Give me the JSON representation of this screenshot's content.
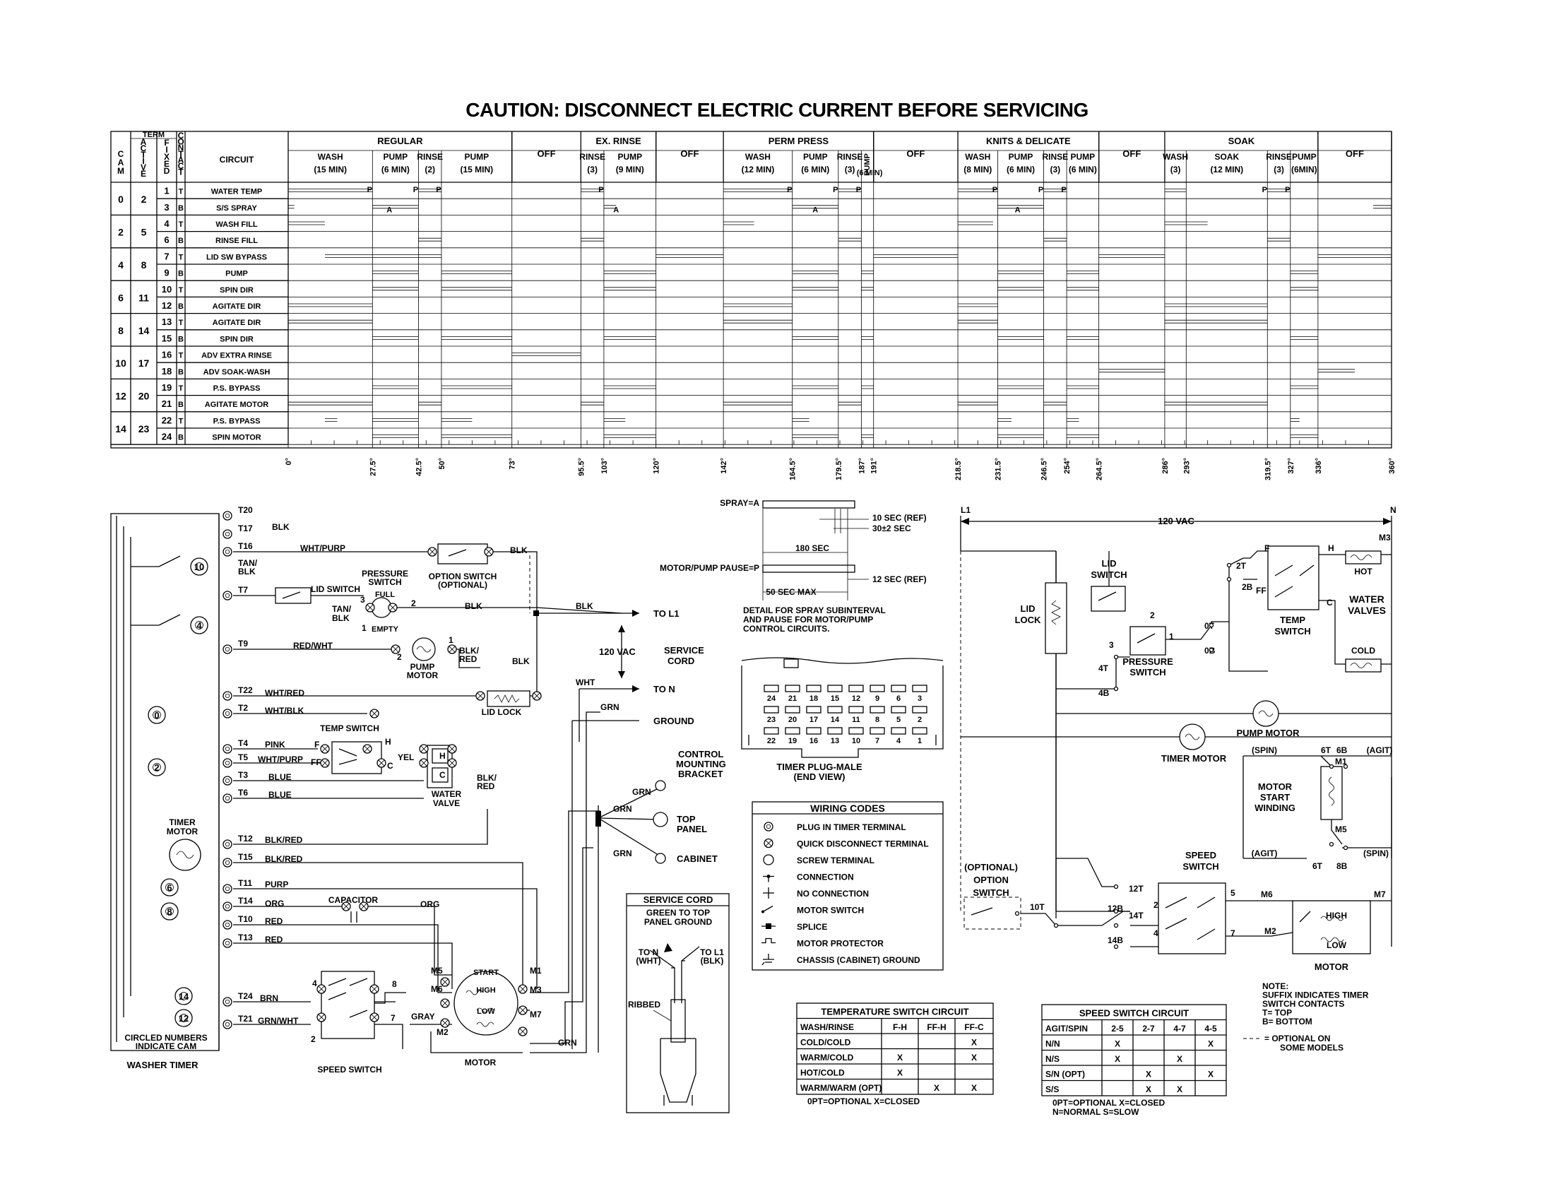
{
  "title": "CAUTION: DISCONNECT ELECTRIC CURRENT BEFORE SERVICING",
  "timer_chart": {
    "headers": {
      "cam": "CAM",
      "term": "TERM",
      "active": "ACTIVE",
      "fixed": "FIXED",
      "contact": "CONTACT",
      "circuit": "CIRCUIT"
    },
    "cycles": [
      {
        "name": "REGULAR",
        "subs": [
          {
            "l1": "WASH",
            "l2": "(15 MIN)"
          },
          {
            "l1": "PUMP",
            "l2": "(6 MIN)"
          },
          {
            "l1": "RINSE",
            "l2": "(2)"
          },
          {
            "l1": "PUMP",
            "l2": "(15 MIN)"
          }
        ]
      },
      {
        "name": "OFF",
        "subs": []
      },
      {
        "name": "EX. RINSE",
        "subs": [
          {
            "l1": "RINSE",
            "l2": "(3)"
          },
          {
            "l1": "PUMP",
            "l2": "(9 MIN)"
          }
        ]
      },
      {
        "name": "OFF",
        "subs": []
      },
      {
        "name": "PERM PRESS",
        "subs": [
          {
            "l1": "WASH",
            "l2": "(12 MIN)"
          },
          {
            "l1": "PUMP",
            "l2": "(6 MIN)"
          },
          {
            "l1": "RINSE",
            "l2": "(3)"
          },
          {
            "l1": "PUMP",
            "l2": "(6 MIN)"
          }
        ]
      },
      {
        "name": "OFF",
        "subs": []
      },
      {
        "name": "KNITS & DELICATE",
        "subs": [
          {
            "l1": "WASH",
            "l2": "(8 MIN)"
          },
          {
            "l1": "PUMP",
            "l2": "(6 MIN)"
          },
          {
            "l1": "RINSE",
            "l2": "(3)"
          },
          {
            "l1": "PUMP",
            "l2": "(6 MIN)"
          }
        ]
      },
      {
        "name": "OFF",
        "subs": []
      },
      {
        "name": "SOAK",
        "subs": [
          {
            "l1": "WASH",
            "l2": "(3)"
          },
          {
            "l1": "SOAK",
            "l2": "(12 MIN)"
          },
          {
            "l1": "RINSE",
            "l2": "(3)"
          },
          {
            "l1": "PUMP",
            "l2": "(6MIN)"
          }
        ]
      },
      {
        "name": "OFF",
        "subs": []
      }
    ],
    "cams": [
      {
        "cam": "0",
        "active": "2"
      },
      {
        "cam": "2",
        "active": "5"
      },
      {
        "cam": "4",
        "active": "8"
      },
      {
        "cam": "6",
        "active": "11"
      },
      {
        "cam": "8",
        "active": "14"
      },
      {
        "cam": "10",
        "active": "17"
      },
      {
        "cam": "12",
        "active": "20"
      },
      {
        "cam": "14",
        "active": "23"
      }
    ],
    "rows": [
      {
        "fixed": "1",
        "contact": "T",
        "circuit": "WATER TEMP"
      },
      {
        "fixed": "3",
        "contact": "B",
        "circuit": "S/S SPRAY"
      },
      {
        "fixed": "4",
        "contact": "T",
        "circuit": "WASH FILL"
      },
      {
        "fixed": "6",
        "contact": "B",
        "circuit": "RINSE FILL"
      },
      {
        "fixed": "7",
        "contact": "T",
        "circuit": "LID SW BYPASS"
      },
      {
        "fixed": "9",
        "contact": "B",
        "circuit": "PUMP"
      },
      {
        "fixed": "10",
        "contact": "T",
        "circuit": "SPIN DIR"
      },
      {
        "fixed": "12",
        "contact": "B",
        "circuit": "AGITATE DIR"
      },
      {
        "fixed": "13",
        "contact": "T",
        "circuit": "AGITATE DIR"
      },
      {
        "fixed": "15",
        "contact": "B",
        "circuit": "SPIN DIR"
      },
      {
        "fixed": "16",
        "contact": "T",
        "circuit": "ADV EXTRA RINSE"
      },
      {
        "fixed": "18",
        "contact": "B",
        "circuit": "ADV SOAK-WASH"
      },
      {
        "fixed": "19",
        "contact": "T",
        "circuit": "P.S. BYPASS"
      },
      {
        "fixed": "21",
        "contact": "B",
        "circuit": "AGITATE MOTOR"
      },
      {
        "fixed": "22",
        "contact": "T",
        "circuit": "P.S. BYPASS"
      },
      {
        "fixed": "24",
        "contact": "B",
        "circuit": "SPIN MOTOR"
      }
    ],
    "degrees": [
      "0°",
      "27.5°",
      "42.5°",
      "50°",
      "73°",
      "95.5°",
      "103°",
      "120°",
      "142°",
      "164.5°",
      "179.5°",
      "187°",
      "191°",
      "218.5°",
      "231.5°",
      "246.5°",
      "254°",
      "264.5°",
      "286°",
      "293°",
      "319.5°",
      "327°",
      "336°",
      "360°"
    ],
    "marker_p": "P",
    "marker_a": "A"
  },
  "washer_timer": {
    "terminals": [
      "T20",
      "T17",
      "T16",
      "TAN/ BLK",
      "T7",
      "T9",
      "T22",
      "T2",
      "T4",
      "T5",
      "T3",
      "T6",
      "T12",
      "T15",
      "T11",
      "T14",
      "T10",
      "T13",
      "T24",
      "T21"
    ],
    "wire_colors": [
      "BLK",
      "WHT/PURP",
      "TAN/ BLK",
      "RED/WHT",
      "WHT/RED",
      "WHT/BLK",
      "PINK",
      "WHT/PURP",
      "BLUE",
      "BLUE",
      "BLK/RED",
      "BLK/RED",
      "PURP",
      "ORG",
      "RED",
      "RED",
      "BRN",
      "GRN/WHT"
    ],
    "cams": [
      "10",
      "4",
      "0",
      "2",
      "6",
      "8",
      "14",
      "12"
    ],
    "labels": {
      "lid_switch": "LID SWITCH",
      "pressure_switch": "PRESSURE SWITCH",
      "full": "FULL",
      "empty": "EMPTY",
      "option_switch": "OPTION SWITCH",
      "option_switch_sub": "(OPTIONAL)",
      "pump_motor": "PUMP MOTOR",
      "lid_lock": "LID LOCK",
      "temp_switch": "TEMP SWITCH",
      "water_valve": "WATER VALVE",
      "timer_motor": "TIMER MOTOR",
      "capacitor": "CAPACITOR",
      "speed_switch": "SPEED SWITCH",
      "motor": "MOTOR",
      "start": "START",
      "high": "HIGH",
      "low": "LOW",
      "circled_note_1": "CIRCLED NUMBERS",
      "circled_note_2": "INDICATE CAM",
      "washer_timer": "WASHER TIMER",
      "blk_red": "BLK/ RED",
      "yel": "YEL",
      "gray": "GRAY",
      "grn": "GRN",
      "wht": "WHT",
      "blk": "BLK",
      "org": "ORG",
      "to_l1": "TO L1",
      "to_n": "TO N",
      "ground": "GROUND",
      "vac_120": "120 VAC",
      "service_cord": "SERVICE CORD",
      "control_mounting_bracket": "CONTROL MOUNTING BRACKET",
      "top_panel": "TOP PANEL",
      "cabinet": "CABINET",
      "tan_blk": "TAN/ BLK"
    }
  },
  "spray_detail": {
    "spray": "SPRAY=A",
    "motor_pause": "MOTOR/PUMP PAUSE=P",
    "sec10": "10 SEC (REF)",
    "sec30": "30±2 SEC",
    "sec180": "180 SEC",
    "sec12": "12 SEC (REF)",
    "sec50": "50 SEC MAX",
    "note": [
      "DETAIL FOR SPRAY SUBINTERVAL",
      "AND PAUSE FOR MOTOR/PUMP",
      "CONTROL CIRCUITS."
    ]
  },
  "timer_plug": {
    "row1": [
      "24",
      "21",
      "18",
      "15",
      "12",
      "9",
      "6",
      "3"
    ],
    "row2": [
      "23",
      "20",
      "17",
      "14",
      "11",
      "8",
      "5",
      "2"
    ],
    "row3": [
      "22",
      "19",
      "16",
      "13",
      "10",
      "7",
      "4",
      "1"
    ],
    "label1": "TIMER PLUG-MALE",
    "label2": "(END VIEW)"
  },
  "wiring_codes": {
    "title": "WIRING CODES",
    "items": [
      "PLUG IN TIMER TERMINAL",
      "QUICK DISCONNECT TERMINAL",
      "SCREW TERMINAL",
      "CONNECTION",
      "NO CONNECTION",
      "MOTOR SWITCH",
      "SPLICE",
      "MOTOR PROTECTOR",
      "CHASSIS (CABINET) GROUND"
    ]
  },
  "service_cord_detail": {
    "title": "SERVICE CORD",
    "line1": "GREEN TO TOP",
    "line2": "PANEL GROUND",
    "to_n": "TO N",
    "to_n_sub": "(WHT)",
    "to_l1": "TO L1",
    "to_l1_sub": "(BLK)",
    "ribbed": "RIBBED"
  },
  "schematic": {
    "l1": "L1",
    "n": "N",
    "vac": "120 VAC",
    "m3": "M3",
    "lid_switch": "LID SWITCH",
    "lid_lock": "LID LOCK",
    "pressure_switch": "PRESSURE SWITCH",
    "temp_switch": "TEMP SWITCH",
    "water_valves": "WATER VALVES",
    "hot": "HOT",
    "cold": "COLD",
    "pump_motor": "PUMP MOTOR",
    "timer_motor": "TIMER MOTOR",
    "motor_start_winding": [
      "MOTOR",
      "START",
      "WINDING"
    ],
    "speed_switch": "SPEED SWITCH",
    "optional_option_switch": [
      "(OPTIONAL)",
      "OPTION",
      "SWITCH"
    ],
    "motor": "MOTOR",
    "high": "HIGH",
    "low": "LOW",
    "terms": {
      "f": "F",
      "h": "H",
      "ff": "FF",
      "c": "C",
      "t2": "2T",
      "b2": "2B",
      "t0": "0T",
      "b0": "0B",
      "t4": "4T",
      "b4": "4B",
      "t6": "6T",
      "b6": "6B",
      "t8": "8B",
      "t12": "12T",
      "b12": "12B",
      "t14": "14T",
      "b14": "14B",
      "t10": "10T",
      "m1": "M1",
      "m5": "M5",
      "m6": "M6",
      "m7": "M7",
      "m2": "M2",
      "p1": "1",
      "p2": "2",
      "p3": "3",
      "p4": "4",
      "p5": "5",
      "p7": "7"
    },
    "spin": "(SPIN)",
    "agit": "(AGIT)"
  },
  "temp_switch_table": {
    "title": "TEMPERATURE SWITCH CIRCUIT",
    "headers": [
      "WASH/RINSE",
      "F-H",
      "FF-H",
      "FF-C"
    ],
    "rows": [
      [
        "COLD/COLD",
        "",
        "",
        "X"
      ],
      [
        "WARM/COLD",
        "X",
        "",
        "X"
      ],
      [
        "HOT/COLD",
        "X",
        "",
        ""
      ],
      [
        "WARM/WARM (OPT)",
        "",
        "X",
        "X"
      ]
    ],
    "footer": "0PT=OPTIONAL      X=CLOSED"
  },
  "speed_switch_table": {
    "title": "SPEED SWITCH CIRCUIT",
    "headers": [
      "AGIT/SPIN",
      "2-5",
      "2-7",
      "4-7",
      "4-5"
    ],
    "rows": [
      [
        "N/N",
        "X",
        "",
        "",
        "X"
      ],
      [
        "N/S",
        "X",
        "",
        "X",
        ""
      ],
      [
        "S/N (OPT)",
        "",
        "X",
        "",
        "X"
      ],
      [
        "S/S",
        "",
        "X",
        "X",
        ""
      ]
    ],
    "footer1": "0PT=OPTIONAL      X=CLOSED",
    "footer2": "N=NORMAL  S=SLOW"
  },
  "note": {
    "lines": [
      "NOTE:",
      "SUFFIX INDICATES TIMER",
      "SWITCH CONTACTS",
      "T= TOP",
      "B= BOTTOM"
    ],
    "dash_line1": "= OPTIONAL ON",
    "dash_line2": "SOME MODELS"
  }
}
